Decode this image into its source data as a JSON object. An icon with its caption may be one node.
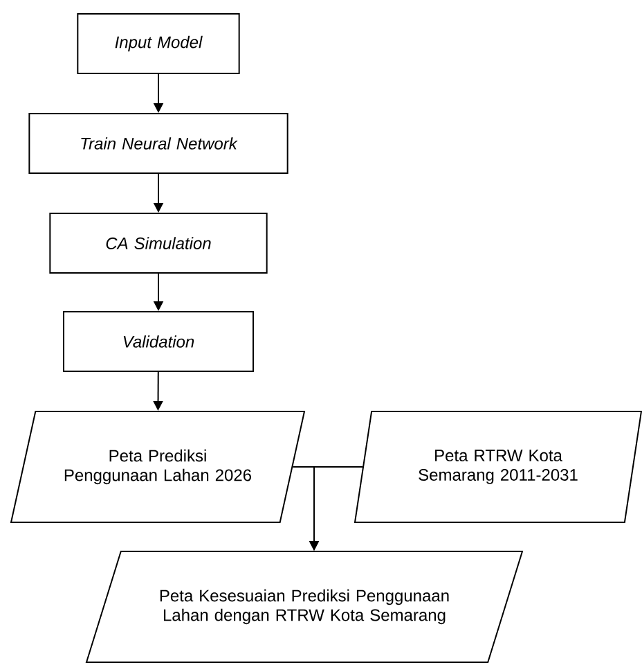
{
  "diagram": {
    "nodes": [
      {
        "text": [
          "Input Model"
        ]
      },
      {
        "text": [
          "Train Neural Network"
        ]
      },
      {
        "text": [
          "CA Simulation"
        ]
      },
      {
        "text": [
          "Validation"
        ]
      },
      {
        "text": [
          "Peta Prediksi Penggunaan Lahan 2026"
        ]
      },
      {
        "text": [
          "Peta RTRW Kota Semarang 2011-2031"
        ]
      },
      {
        "text": [
          "Peta Kesesuaian Prediksi Penggunaan Lahan dengan RTRW Kota Semarang"
        ]
      }
    ],
    "edges": [
      {
        "from": 0,
        "to": 1,
        "arrow": "to"
      },
      {
        "from": 1,
        "to": 2,
        "arrow": "to"
      },
      {
        "from": 2,
        "to": 3,
        "arrow": "to"
      },
      {
        "from": 3,
        "to": 4,
        "arrow": "to"
      },
      {
        "from": 4,
        "to": 6,
        "arrow": "to"
      },
      {
        "from": 5,
        "to": 6,
        "arrow": "to"
      }
    ]
  }
}
